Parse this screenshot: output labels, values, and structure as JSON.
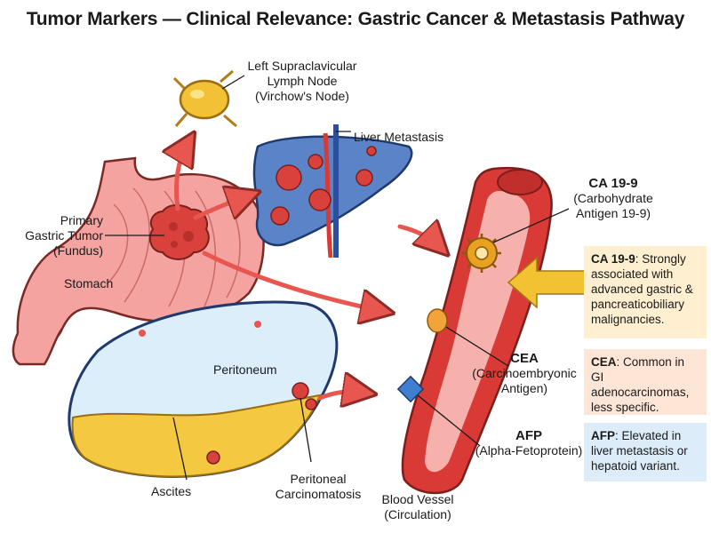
{
  "title": "Tumor Markers — Clinical Relevance: Gastric Cancer & Metastasis Pathway",
  "labels": {
    "virchow": [
      "Left Supraclavicular",
      "Lymph Node",
      "(Virchow's Node)"
    ],
    "liver": "Liver Metastasis",
    "primary": [
      "Primary",
      "Gastric Tumor",
      "(Fundus)"
    ],
    "stomach": "Stomach",
    "peritoneum": "Peritoneum",
    "ascites": "Ascites",
    "carcinomatosis": [
      "Peritoneal",
      "Carcinomatosis"
    ],
    "vessel": [
      "Blood Vessel",
      "(Circulation)"
    ]
  },
  "markers": [
    {
      "name": "CA 19-9",
      "sub": [
        "(Carbohydrate",
        "Antigen 19-9)"
      ],
      "color": "#e9a21f",
      "note_title": "CA 19-9",
      "note_text": ": Strongly associated with advanced gastric & pancreaticobiliary malignancies.",
      "note_bg": "#fdefcf"
    },
    {
      "name": "CEA",
      "sub": [
        "(Carcinoembryonic",
        "Antigen)"
      ],
      "color": "#f2a33a",
      "note_title": "CEA",
      "note_text": ": Common in GI adenocarcinomas, less specific.",
      "note_bg": "#fde6d6"
    },
    {
      "name": "AFP",
      "sub": [
        "(Alpha-Fetoprotein)"
      ],
      "color": "#3f7fd0",
      "note_title": "AFP",
      "note_text": ": Elevated in liver metastasis or hepatoid variant.",
      "note_bg": "#dcecf8"
    }
  ],
  "colors": {
    "tissue_red": "#e8574f",
    "stomach_pink": "#f4a3a0",
    "vessel_red": "#d93a36",
    "vessel_inner": "#f6b1ad",
    "liver_blue": "#5a84c7",
    "peritoneum_blue": "#dbeefa",
    "ascites_yellow": "#f5c842",
    "arrow_yellow": "#f3c233"
  }
}
